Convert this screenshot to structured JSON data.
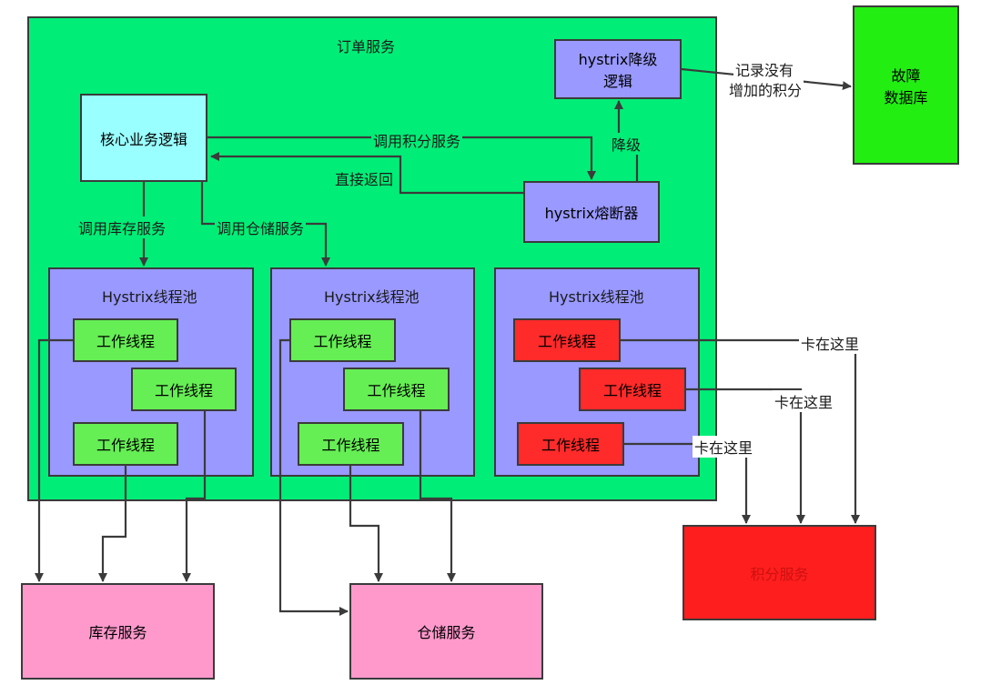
{
  "order_service": {
    "title": "订单服务"
  },
  "core_logic": {
    "label": "核心业务逻辑"
  },
  "fallback_logic": {
    "label_line1": "hystrix降级",
    "label_line2": "逻辑"
  },
  "circuit_breaker": {
    "label": "hystrix熔断器"
  },
  "fault_db": {
    "label_line1": "故障",
    "label_line2": "数据库"
  },
  "pools": [
    {
      "title": "Hystrix线程池",
      "threads": [
        "工作线程",
        "工作线程",
        "工作线程"
      ]
    },
    {
      "title": "Hystrix线程池",
      "threads": [
        "工作线程",
        "工作线程",
        "工作线程"
      ]
    },
    {
      "title": "Hystrix线程池",
      "threads": [
        "工作线程",
        "工作线程",
        "工作线程"
      ]
    }
  ],
  "inventory_service": {
    "label": "库存服务"
  },
  "storage_service": {
    "label": "仓储服务"
  },
  "points_service": {
    "label": "积分服务"
  },
  "edge_labels": {
    "call_points": "调用积分服务",
    "direct_return": "直接返回",
    "degrade": "降级",
    "record_line1": "记录没有",
    "record_line2": "增加的积分",
    "call_inventory": "调用库存服务",
    "call_storage": "调用仓储服务",
    "stuck_1": "卡在这里",
    "stuck_2": "卡在这里",
    "stuck_3": "卡在这里"
  },
  "colors": {
    "order_service": "#00ee77",
    "thread_pool": "#9999ff",
    "worker_ok": "#66ee55",
    "worker_stuck": "#ff2a2a",
    "downstream": "#ff99cc",
    "points_service": "#ff1e1e",
    "fault_db": "#22ee11",
    "core_logic": "#99ffff"
  }
}
